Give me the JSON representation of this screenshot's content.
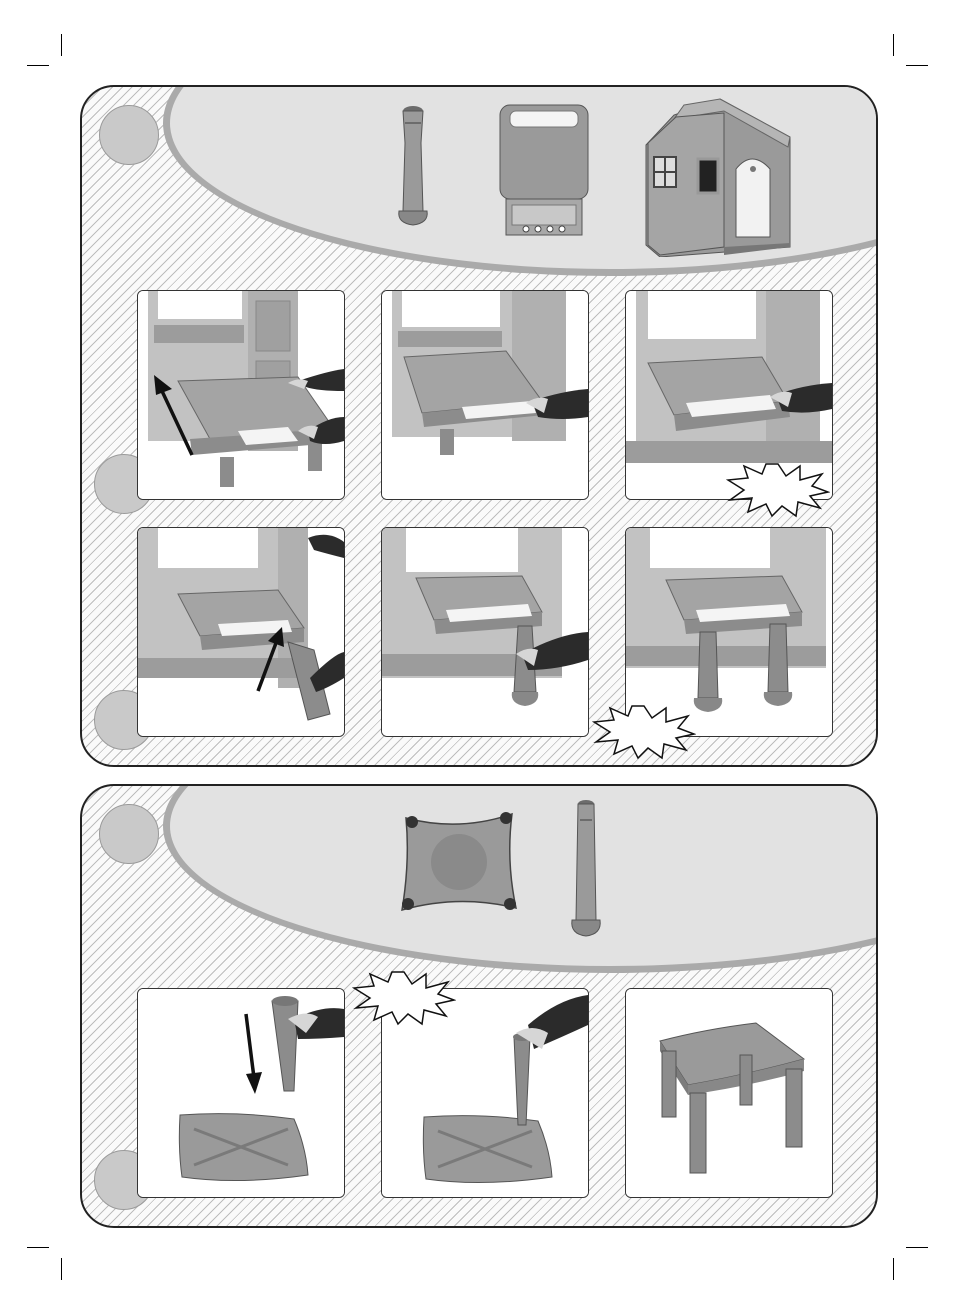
{
  "colors": {
    "part": "#9a9a9a",
    "part_dark": "#6c6c6c",
    "wall": "#b8b8b8",
    "wall_light": "#d2d2d2",
    "white_panel": "#f6f6f6",
    "arrow": "#111111",
    "hatch": "#bdbdbd"
  },
  "icons": {
    "arrow": "arrow-icon",
    "click_burst": "starburst-icon"
  },
  "sections": [
    {
      "parts": [
        "table-leg",
        "fold-down-tabletop",
        "playhouse"
      ],
      "steps": [
        {
          "image": "attach-tabletop-hinges",
          "arrow": true,
          "burst": false
        },
        {
          "image": "lower-tabletop",
          "arrow": false,
          "burst": false
        },
        {
          "image": "tabletop-snap-in-place",
          "arrow": false,
          "burst": true
        },
        {
          "image": "insert-leg-arrow",
          "arrow": true,
          "burst": false
        },
        {
          "image": "push-leg-up",
          "arrow": false,
          "burst": false
        },
        {
          "image": "finished-table",
          "arrow": false,
          "burst": true
        }
      ]
    },
    {
      "parts": [
        "stool-seat",
        "stool-leg"
      ],
      "steps": [
        {
          "image": "insert-stool-leg",
          "arrow": true,
          "burst": false
        },
        {
          "image": "leg-click-into-seat",
          "arrow": false,
          "burst": true
        },
        {
          "image": "finished-stool",
          "arrow": false,
          "burst": false
        }
      ]
    }
  ]
}
